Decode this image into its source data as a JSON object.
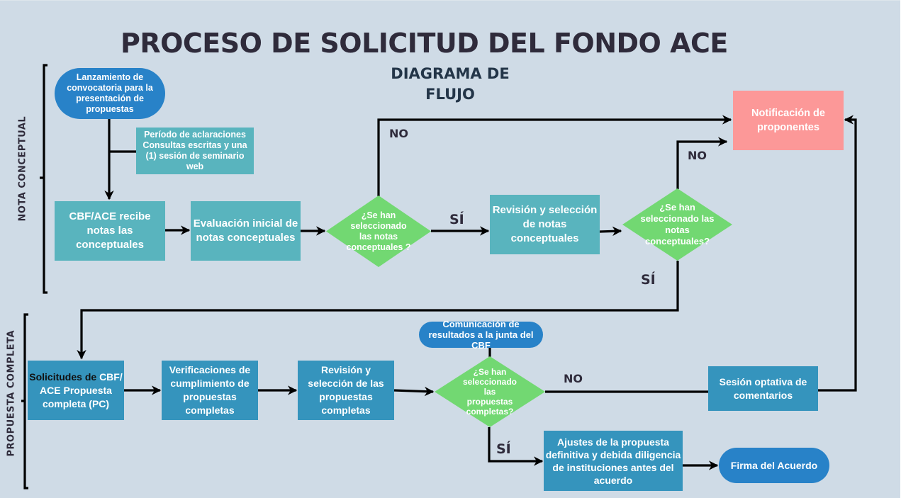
{
  "header": {
    "title": "PROCESO DE SOLICITUD DEL FONDO ACE",
    "subtitle_line1": "DIAGRAMA DE",
    "subtitle_line2": "FLUJO"
  },
  "sections": {
    "nota_conceptual": "NOTA CONCEPTUAL",
    "propuesta_completa": "PROPUESTA COMPLETA"
  },
  "colors": {
    "background": "#cfdbe6",
    "teal_box": "#59b4be",
    "blue_box": "#3594bd",
    "pill": "#2882c8",
    "decision": "#72d872",
    "notification": "#fc9898",
    "connector": "#000000",
    "title_text": "#2f2b3b"
  },
  "nodes": {
    "lanzamiento": "Lanzamiento de convocatoria para la presentación de propuestas",
    "periodo": "Período de aclaraciones Consultas escritas y una (1) sesión de seminario web",
    "cbf_recibe": "CBF/ACE recibe notas las conceptuales",
    "evaluacion": "Evaluación inicial de notas conceptuales",
    "decision1": "¿Se han seleccionado las notas conceptuales ?",
    "revision1": "Revisión y selección de notas conceptuales",
    "decision2": "¿Se han seleccionado las notas conceptuales?",
    "notificacion": "Notificación de proponentes",
    "solicitudes_dark": "Solicitudes de",
    "solicitudes_rest": "CBF/ ACE Propuesta completa (PC)",
    "verificaciones": "Verificaciones de cumplimiento de propuestas completas",
    "revision2": "Revisión y selección de las propuestas completas",
    "decision3": "¿Se han seleccionado las propuestas completas?",
    "comunicacion": "Comunicación de resultados a la junta del CBF",
    "sesion": "Sesión optativa de comentarios",
    "ajustes": "Ajustes de la propuesta definitiva y debida diligencia de instituciones antes del acuerdo",
    "firma": "Firma del Acuerdo"
  },
  "edge_labels": {
    "d1_no": "NO",
    "d1_si": "SÍ",
    "d2_no": "NO",
    "d2_si": "SÍ",
    "d3_no": "NO",
    "d3_si": "SÍ"
  }
}
